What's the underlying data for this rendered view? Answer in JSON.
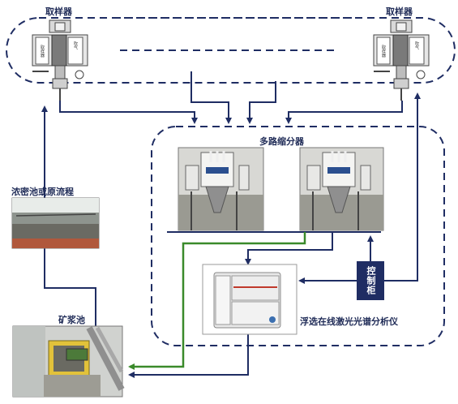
{
  "labels": {
    "sampler_left": "取样器",
    "sampler_right": "取样器",
    "multiplexer": "多路缩分器",
    "thickener": "浓密池或原流程",
    "slurry_tank": "矿浆池",
    "control_cabinet": "控制柜",
    "analyzer": "浮选在线激光光谱分析仪"
  },
  "sampler_text": {
    "left_panel": "取样器",
    "right_panel": "吹气"
  },
  "colors": {
    "flow_line": "#1f2d63",
    "return_line": "#3a8a2a",
    "dash_border": "#1f2d63"
  }
}
